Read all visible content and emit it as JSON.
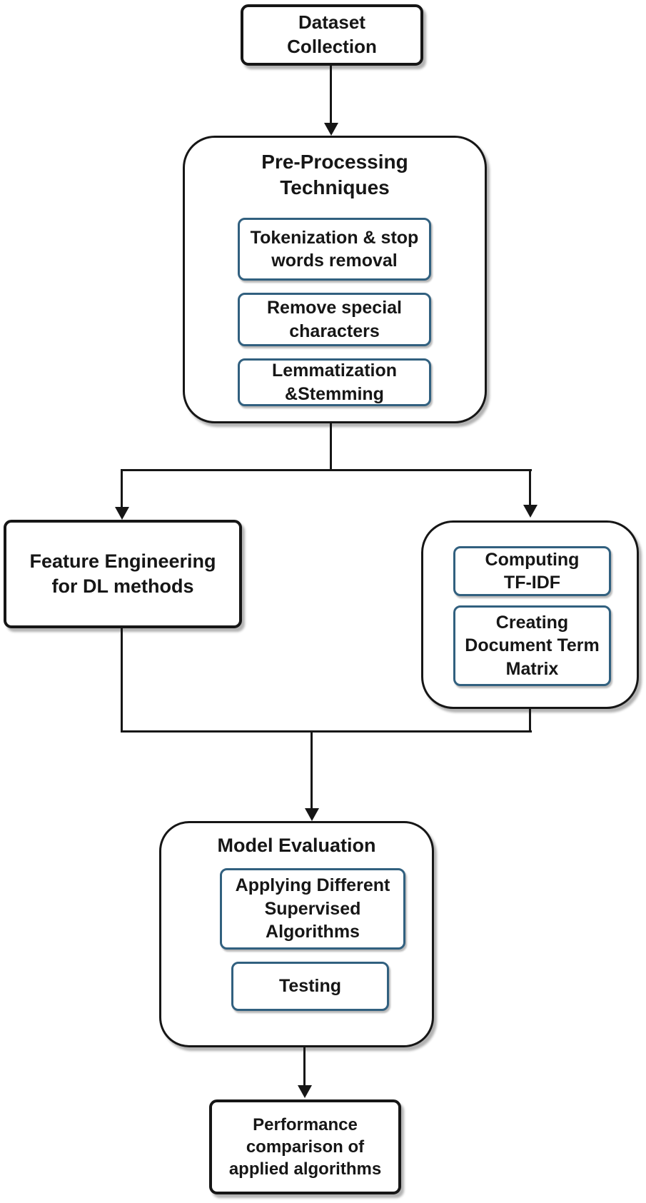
{
  "colors": {
    "outer_border": "#161616",
    "inner_box_border": "#31607f",
    "connector": "#161616",
    "text": "#161616",
    "background": "#ffffff"
  },
  "nodes": {
    "dataset_collection": "Dataset\nCollection",
    "preprocessing_title": "Pre-Processing\nTechniques",
    "tokenization": "Tokenization & stop\nwords removal",
    "remove_special": "Remove special\ncharacters",
    "lemmatization": "Lemmatization\n&Stemming",
    "feature_engineering": "Feature Engineering\nfor DL methods",
    "computing_tfidf": "Computing\nTF-IDF",
    "creating_dtm": "Creating\nDocument Term\nMatrix",
    "model_evaluation_title": "Model Evaluation",
    "applying_supervised": "Applying Different\nSupervised\nAlgorithms",
    "testing": "Testing",
    "performance": "Performance\ncomparison of\napplied algorithms"
  },
  "edges": [
    {
      "from": "dataset_collection",
      "to": "preprocessing"
    },
    {
      "from": "preprocessing",
      "to": "feature_engineering"
    },
    {
      "from": "preprocessing",
      "to": "tfidf_group"
    },
    {
      "from": "feature_engineering",
      "to": "model_evaluation"
    },
    {
      "from": "tfidf_group",
      "to": "model_evaluation"
    },
    {
      "from": "model_evaluation",
      "to": "performance"
    }
  ]
}
